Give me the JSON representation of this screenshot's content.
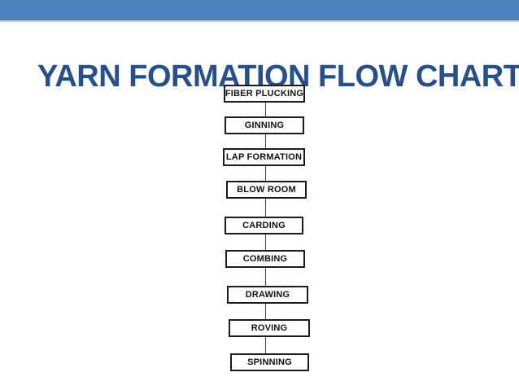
{
  "slide": {
    "title": "YARN FORMATION FLOW CHART",
    "header_bar_color": "#4F81BD",
    "header_bar_border_color": "#C2D0E4",
    "title_color": "#24508F"
  },
  "flowchart": {
    "type": "vertical-flow",
    "box_border_color": "#1C1C1C",
    "box_text_color": "#111111",
    "connector_color": "#444444",
    "steps": [
      {
        "label": "FIBER PLUCKING"
      },
      {
        "label": "GINNING"
      },
      {
        "label": "LAP FORMATION"
      },
      {
        "label": "BLOW ROOM"
      },
      {
        "label": "CARDING"
      },
      {
        "label": "COMBING"
      },
      {
        "label": "DRAWING"
      },
      {
        "label": "ROVING"
      },
      {
        "label": "SPINNING"
      }
    ]
  }
}
